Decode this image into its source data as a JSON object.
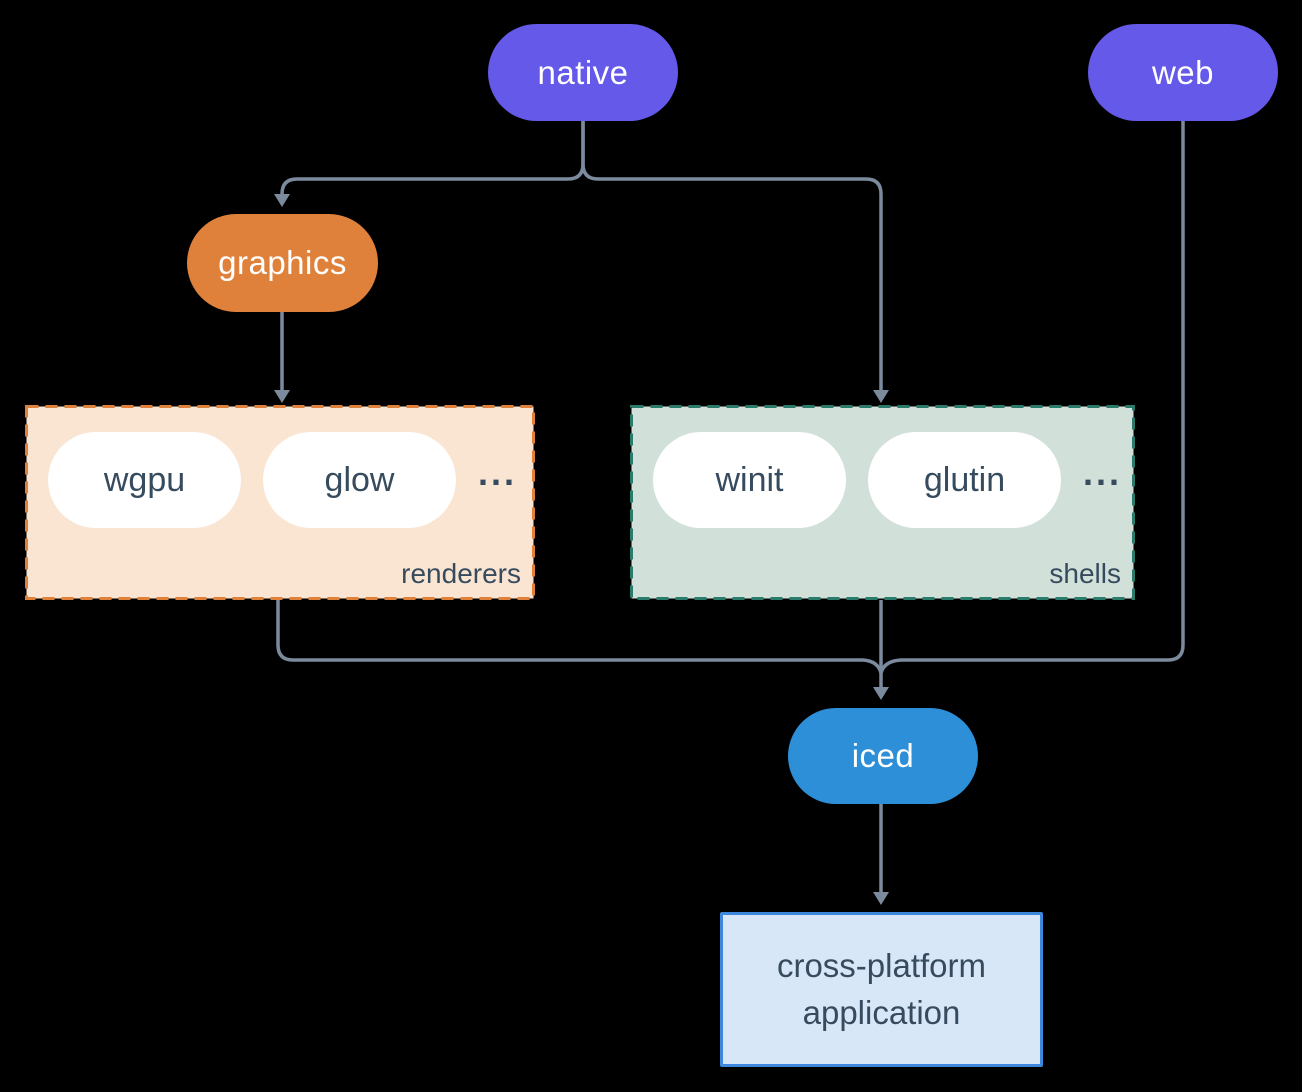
{
  "diagram": {
    "nodes": {
      "native": "native",
      "web": "web",
      "graphics": "graphics",
      "iced": "iced"
    },
    "groups": {
      "renderers": {
        "label": "renderers",
        "items": [
          "wgpu",
          "glow"
        ],
        "ellipsis": "..."
      },
      "shells": {
        "label": "shells",
        "items": [
          "winit",
          "glutin"
        ],
        "ellipsis": "..."
      }
    },
    "app": {
      "label": "cross-platform application"
    },
    "colors": {
      "background": "#000000",
      "node_purple": "#6459e8",
      "node_orange": "#e0813b",
      "node_blue": "#2e8fd9",
      "renderers_bg": "#fae5d3",
      "renderers_border": "#e0813b",
      "shells_bg": "#d2e0da",
      "shells_border": "#2b7b6b",
      "app_bg": "#d7e7f8",
      "app_border": "#3d87dc",
      "connector": "#7b8a9d",
      "dark_text": "#374b5e",
      "item_pill_bg": "#ffffff"
    }
  }
}
